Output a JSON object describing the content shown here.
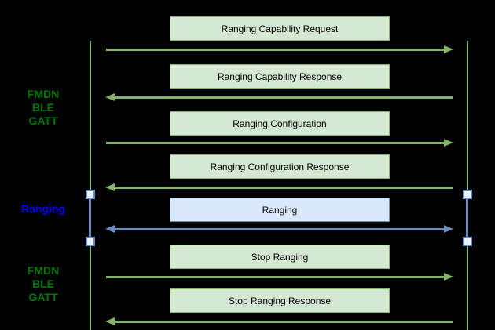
{
  "diagram_type": "sequence-diagram",
  "section_labels": [
    {
      "name": "fmdn-ble-gatt-top",
      "lines": [
        "FMDN",
        "BLE",
        "GATT"
      ],
      "color": "#007700"
    },
    {
      "name": "ranging-section",
      "lines": [
        "Ranging"
      ],
      "color": "#0000ee"
    },
    {
      "name": "fmdn-ble-gatt-bottom",
      "lines": [
        "FMDN",
        "BLE",
        "GATT"
      ],
      "color": "#007700"
    }
  ],
  "messages": [
    {
      "label": "Ranging Capability Request",
      "direction": "right",
      "theme": "green"
    },
    {
      "label": "Ranging Capability Response",
      "direction": "left",
      "theme": "green"
    },
    {
      "label": "Ranging Configuration",
      "direction": "right",
      "theme": "green"
    },
    {
      "label": "Ranging Configuration Response",
      "direction": "left",
      "theme": "green"
    },
    {
      "label": "Ranging",
      "direction": "both",
      "theme": "blue"
    },
    {
      "label": "Stop Ranging",
      "direction": "right",
      "theme": "green"
    },
    {
      "label": "Stop Ranging Response",
      "direction": "left",
      "theme": "green"
    }
  ],
  "colors": {
    "background": "#000000",
    "green_fill": "#d5e8d4",
    "green_stroke": "#82b366",
    "blue_fill": "#dae8fc",
    "blue_stroke": "#6c8ebf",
    "activation_square_fill": "#ecf3fc",
    "label_green": "#007700",
    "label_blue": "#0000ee",
    "box_text": "#000000"
  }
}
